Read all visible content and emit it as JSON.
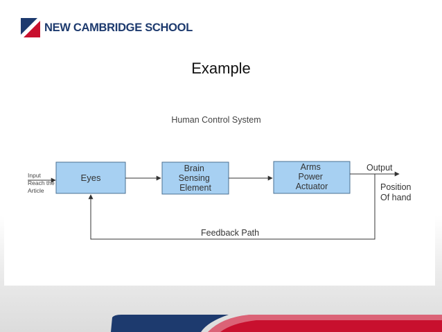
{
  "brand": {
    "name": "NEW CAMBRIDGE SCHOOL"
  },
  "slide": {
    "title": "Example"
  },
  "diagram": {
    "title": "Human Control System",
    "input_label": [
      "Input",
      "Reach the",
      "Article"
    ],
    "blocks": [
      {
        "id": "eyes",
        "lines": [
          "Eyes"
        ]
      },
      {
        "id": "brain",
        "lines": [
          "Brain",
          "Sensing",
          "Element"
        ]
      },
      {
        "id": "arms",
        "lines": [
          "Arms",
          "Power",
          "Actuator"
        ]
      }
    ],
    "output_label": "Output",
    "position_label": [
      "Position",
      "Of hand"
    ],
    "feedback_label": "Feedback Path"
  },
  "colors": {
    "block_fill": "#a7d0f2",
    "block_stroke": "#4a6f92",
    "line": "#333333",
    "brand_blue": "#1d3a6e",
    "brand_red": "#c8102e"
  }
}
